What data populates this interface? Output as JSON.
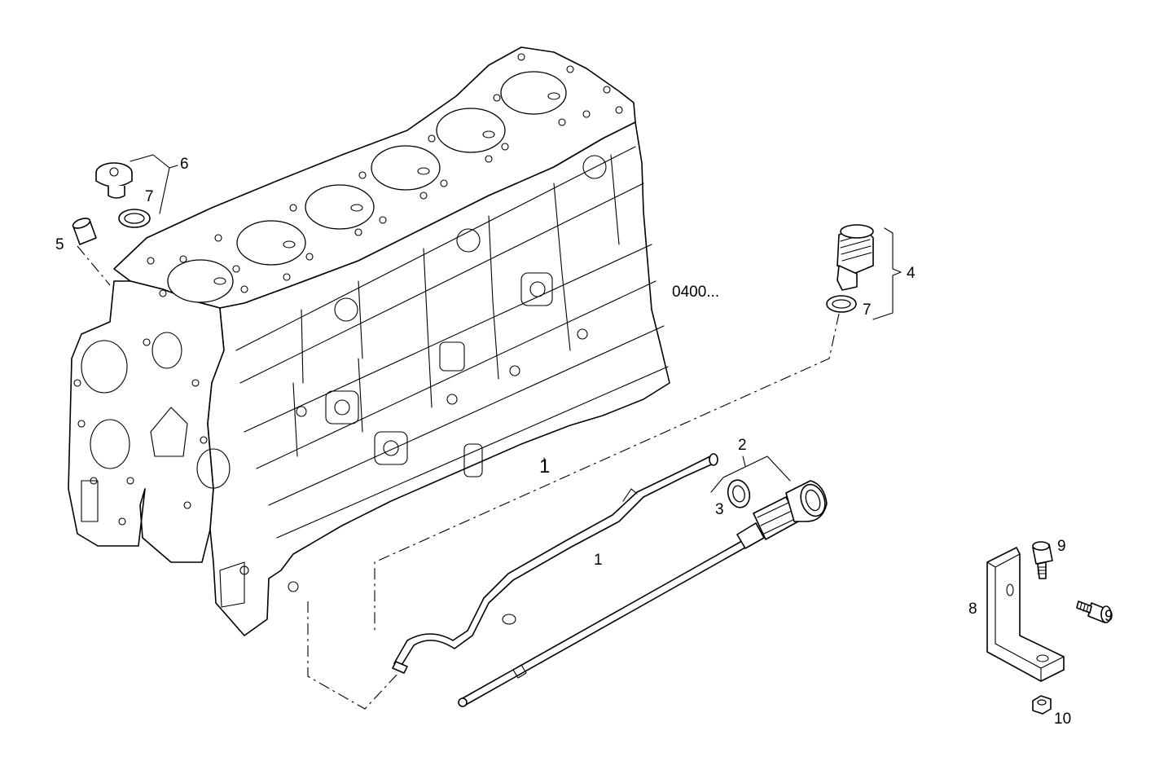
{
  "callouts": {
    "c1_block": "1",
    "c1_tube": "1",
    "c2": "2",
    "c3": "3",
    "c4": "4",
    "c5": "5",
    "c6": "6",
    "c7_left": "7",
    "c7_right": "7",
    "c8": "8",
    "c9_top": "9",
    "c9_right": "9",
    "c10": "10"
  },
  "reference": "0400..."
}
